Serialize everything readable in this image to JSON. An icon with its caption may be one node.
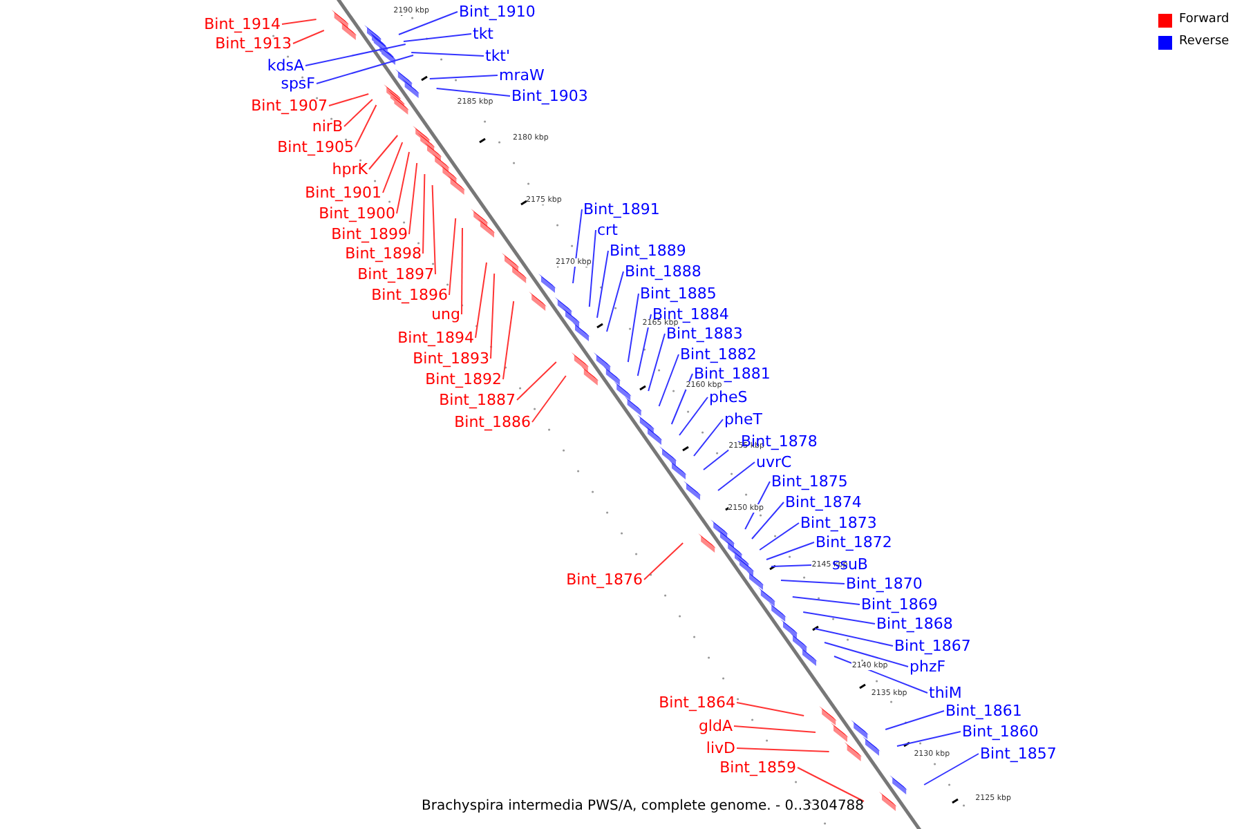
{
  "diagram": {
    "caption": "Brachyspira intermedia PWS/A, complete genome. - 0..3304788",
    "nodes": [
      {
        "text": [
          "Bint_1910"
        ]
      },
      {
        "text": [
          "Bint_1914"
        ]
      },
      {
        "text": [
          "tkt"
        ]
      },
      {
        "text": [
          "Bint_1913"
        ]
      },
      {
        "text": [
          "tkt'"
        ]
      },
      {
        "text": [
          "kdsA"
        ]
      },
      {
        "text": [
          "mraW"
        ]
      },
      {
        "text": [
          "spsF"
        ]
      },
      {
        "text": [
          "Bint_1903"
        ]
      },
      {
        "text": [
          "Bint_1907"
        ]
      },
      {
        "text": [
          "nirB"
        ]
      },
      {
        "text": [
          "Bint_1905"
        ]
      },
      {
        "text": [
          "hprK"
        ]
      },
      {
        "text": [
          "Bint_1901"
        ]
      },
      {
        "text": [
          "Bint_1891"
        ]
      },
      {
        "text": [
          "Bint_1900"
        ]
      },
      {
        "text": [
          "crt"
        ]
      },
      {
        "text": [
          "Bint_1899"
        ]
      },
      {
        "text": [
          "Bint_1889"
        ]
      },
      {
        "text": [
          "Bint_1898"
        ]
      },
      {
        "text": [
          "Bint_1888"
        ]
      },
      {
        "text": [
          "Bint_1897"
        ]
      },
      {
        "text": [
          "Bint_1885"
        ]
      },
      {
        "text": [
          "Bint_1896"
        ]
      },
      {
        "text": [
          "Bint_1884"
        ]
      },
      {
        "text": [
          "ung"
        ]
      },
      {
        "text": [
          "Bint_1883"
        ]
      },
      {
        "text": [
          "Bint_1894"
        ]
      },
      {
        "text": [
          "Bint_1882"
        ]
      },
      {
        "text": [
          "Bint_1893"
        ]
      },
      {
        "text": [
          "Bint_1881"
        ]
      },
      {
        "text": [
          "Bint_1892"
        ]
      },
      {
        "text": [
          "pheS"
        ]
      },
      {
        "text": [
          "Bint_1887"
        ]
      },
      {
        "text": [
          "pheT"
        ]
      },
      {
        "text": [
          "Bint_1886"
        ]
      },
      {
        "text": [
          "Bint_1878"
        ]
      },
      {
        "text": [
          "uvrC"
        ]
      },
      {
        "text": [
          "Bint_1875"
        ]
      },
      {
        "text": [
          "Bint_1874"
        ]
      },
      {
        "text": [
          "Bint_1873"
        ]
      },
      {
        "text": [
          "Bint_1872"
        ]
      },
      {
        "text": [
          "ssuB"
        ]
      },
      {
        "text": [
          "Bint_1876"
        ]
      },
      {
        "text": [
          "Bint_1870"
        ]
      },
      {
        "text": [
          "Bint_1869"
        ]
      },
      {
        "text": [
          "Bint_1868"
        ]
      },
      {
        "text": [
          "Bint_1867"
        ]
      },
      {
        "text": [
          "phzF"
        ]
      },
      {
        "text": [
          "thiM"
        ]
      },
      {
        "text": [
          "Bint_1864"
        ]
      },
      {
        "text": [
          "Bint_1861"
        ]
      },
      {
        "text": [
          "gldA"
        ]
      },
      {
        "text": [
          "Bint_1860"
        ]
      },
      {
        "text": [
          "livD"
        ]
      },
      {
        "text": [
          "Bint_1857"
        ]
      },
      {
        "text": [
          "Bint_1859"
        ]
      }
    ],
    "edges": [
      {
        "from": 0,
        "to": null,
        "arrow": "none"
      },
      {
        "from": 1,
        "to": null,
        "arrow": "none",
        "color": "#ff3333"
      },
      {
        "from": 2,
        "to": null,
        "arrow": "none"
      },
      {
        "from": 3,
        "to": null,
        "arrow": "none",
        "color": "#ff3333"
      },
      {
        "from": 4,
        "to": null,
        "arrow": "none"
      },
      {
        "from": 5,
        "to": null,
        "arrow": "none"
      },
      {
        "from": 6,
        "to": null,
        "arrow": "none"
      },
      {
        "from": 7,
        "to": null,
        "arrow": "none"
      },
      {
        "from": 8,
        "to": null,
        "arrow": "none"
      },
      {
        "from": 9,
        "to": null,
        "arrow": "none",
        "color": "#ff3333"
      },
      {
        "from": 10,
        "to": null,
        "arrow": "none",
        "color": "#ff3333"
      },
      {
        "from": 11,
        "to": null,
        "arrow": "none",
        "color": "#ff3333"
      },
      {
        "from": 12,
        "to": null,
        "arrow": "none",
        "color": "#ff3333"
      },
      {
        "from": 13,
        "to": null,
        "arrow": "none",
        "color": "#ff3333"
      },
      {
        "from": 14,
        "to": null,
        "arrow": "none"
      },
      {
        "from": 15,
        "to": null,
        "arrow": "none",
        "color": "#ff3333"
      },
      {
        "from": 16,
        "to": null,
        "arrow": "none"
      },
      {
        "from": 17,
        "to": null,
        "arrow": "none",
        "color": "#ff3333"
      },
      {
        "from": 18,
        "to": null,
        "arrow": "none"
      },
      {
        "from": 19,
        "to": null,
        "arrow": "none",
        "color": "#ff3333"
      },
      {
        "from": 20,
        "to": null,
        "arrow": "none"
      },
      {
        "from": 21,
        "to": null,
        "arrow": "none",
        "color": "#ff3333"
      },
      {
        "from": 22,
        "to": null,
        "arrow": "none"
      },
      {
        "from": 23,
        "to": null,
        "arrow": "none",
        "color": "#ff3333"
      },
      {
        "from": 24,
        "to": null,
        "arrow": "none"
      },
      {
        "from": 25,
        "to": null,
        "arrow": "none",
        "color": "#ff3333"
      },
      {
        "from": 26,
        "to": null,
        "arrow": "none"
      },
      {
        "from": 27,
        "to": null,
        "arrow": "none",
        "color": "#ff3333"
      },
      {
        "from": 28,
        "to": null,
        "arrow": "none"
      },
      {
        "from": 29,
        "to": null,
        "arrow": "none",
        "color": "#ff3333"
      },
      {
        "from": 30,
        "to": null,
        "arrow": "none"
      },
      {
        "from": 31,
        "to": null,
        "arrow": "none",
        "color": "#ff3333"
      },
      {
        "from": 32,
        "to": null,
        "arrow": "none"
      },
      {
        "from": 33,
        "to": null,
        "arrow": "none",
        "color": "#ff3333"
      },
      {
        "from": 34,
        "to": null,
        "arrow": "none"
      },
      {
        "from": 35,
        "to": null,
        "arrow": "none",
        "color": "#ff3333"
      },
      {
        "from": 36,
        "to": null,
        "arrow": "none"
      },
      {
        "from": 37,
        "to": null,
        "arrow": "none"
      },
      {
        "from": 38,
        "to": null,
        "arrow": "none"
      },
      {
        "from": 39,
        "to": null,
        "arrow": "none"
      },
      {
        "from": 40,
        "to": null,
        "arrow": "none"
      },
      {
        "from": 41,
        "to": null,
        "arrow": "none"
      },
      {
        "from": 42,
        "to": null,
        "arrow": "none"
      },
      {
        "from": 43,
        "to": null,
        "arrow": "none",
        "color": "#ff3333"
      },
      {
        "from": 44,
        "to": null,
        "arrow": "none"
      },
      {
        "from": 45,
        "to": null,
        "arrow": "none"
      },
      {
        "from": 46,
        "to": null,
        "arrow": "none"
      },
      {
        "from": 47,
        "to": null,
        "arrow": "none"
      },
      {
        "from": 48,
        "to": null,
        "arrow": "none"
      },
      {
        "from": 49,
        "to": null,
        "arrow": "none"
      },
      {
        "from": 50,
        "to": null,
        "arrow": "none",
        "color": "#ff3333"
      },
      {
        "from": 51,
        "to": null,
        "arrow": "none"
      },
      {
        "from": 52,
        "to": null,
        "arrow": "none",
        "color": "#ff3333"
      },
      {
        "from": 53,
        "to": null,
        "arrow": "none"
      },
      {
        "from": 54,
        "to": null,
        "arrow": "none",
        "color": "#ff3333"
      },
      {
        "from": 55,
        "to": null,
        "arrow": "none"
      },
      {
        "from": 56,
        "to": null,
        "arrow": "none",
        "color": "#ff3333"
      }
    ],
    "labels": [
      "2190 kbp",
      "2185 kbp",
      "2180 kbp",
      "2175 kbp",
      "2170 kbp",
      "2165 kbp",
      "2160 kbp",
      "2155 kbp",
      "2150 kbp",
      "2145 kbp",
      "2140 kbp",
      "2135 kbp",
      "2130 kbp",
      "2125 kbp"
    ],
    "legend": [
      {
        "text": "Forward",
        "color": "#ff0000"
      },
      {
        "text": "Reverse",
        "color": "#0000ff"
      }
    ]
  }
}
